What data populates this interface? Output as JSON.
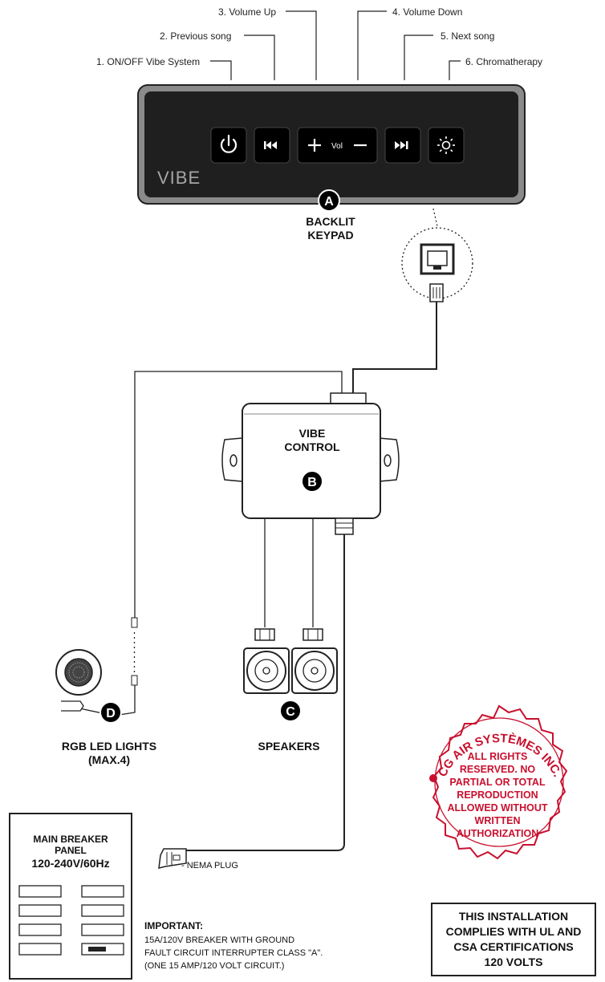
{
  "keypad": {
    "callouts": [
      "1. ON/OFF Vibe System",
      "2. Previous song",
      "3. Volume Up",
      "4. Volume Down",
      "5. Next song",
      "6. Chromatherapy"
    ],
    "brand": "VIBE",
    "vol_label": "Vol",
    "badge": "A",
    "label_line1": "BACKLIT",
    "label_line2": "KEYPAD",
    "buttons": [
      "power-icon",
      "previous-icon",
      "plus-icon",
      "minus-icon",
      "next-icon",
      "sun-icon"
    ]
  },
  "control": {
    "label_line1": "VIBE",
    "label_line2": "CONTROL",
    "badge": "B"
  },
  "speakers": {
    "badge": "C",
    "label": "SPEAKERS"
  },
  "lights": {
    "badge": "D",
    "label_line1": "RGB LED LIGHTS",
    "label_line2": "(MAX.4)"
  },
  "breaker": {
    "title_line1": "MAIN BREAKER",
    "title_line2": "PANEL",
    "spec": "120-240V/60Hz"
  },
  "nema": {
    "label": "- NEMA PLUG"
  },
  "important": {
    "heading": "IMPORTANT:",
    "lines": [
      "15A/120V BREAKER WITH GROUND",
      "FAULT CIRCUIT INTERRUPTER CLASS \"A\".",
      "(ONE 15 AMP/120 VOLT CIRCUIT.)"
    ]
  },
  "compliance": {
    "lines": [
      "THIS INSTALLATION",
      "COMPLIES WITH UL AND",
      "CSA CERTIFICATIONS",
      "120 VOLTS"
    ]
  },
  "stamp": {
    "arc_text": "CG AIR SYSTÈMES INC.",
    "lines": [
      "ALL RIGHTS",
      "RESERVED. NO",
      "PARTIAL OR TOTAL",
      "REPRODUCTION",
      "ALLOWED WITHOUT",
      "WRITTEN",
      "AUTHORIZATION"
    ],
    "color": "#c8102e"
  }
}
